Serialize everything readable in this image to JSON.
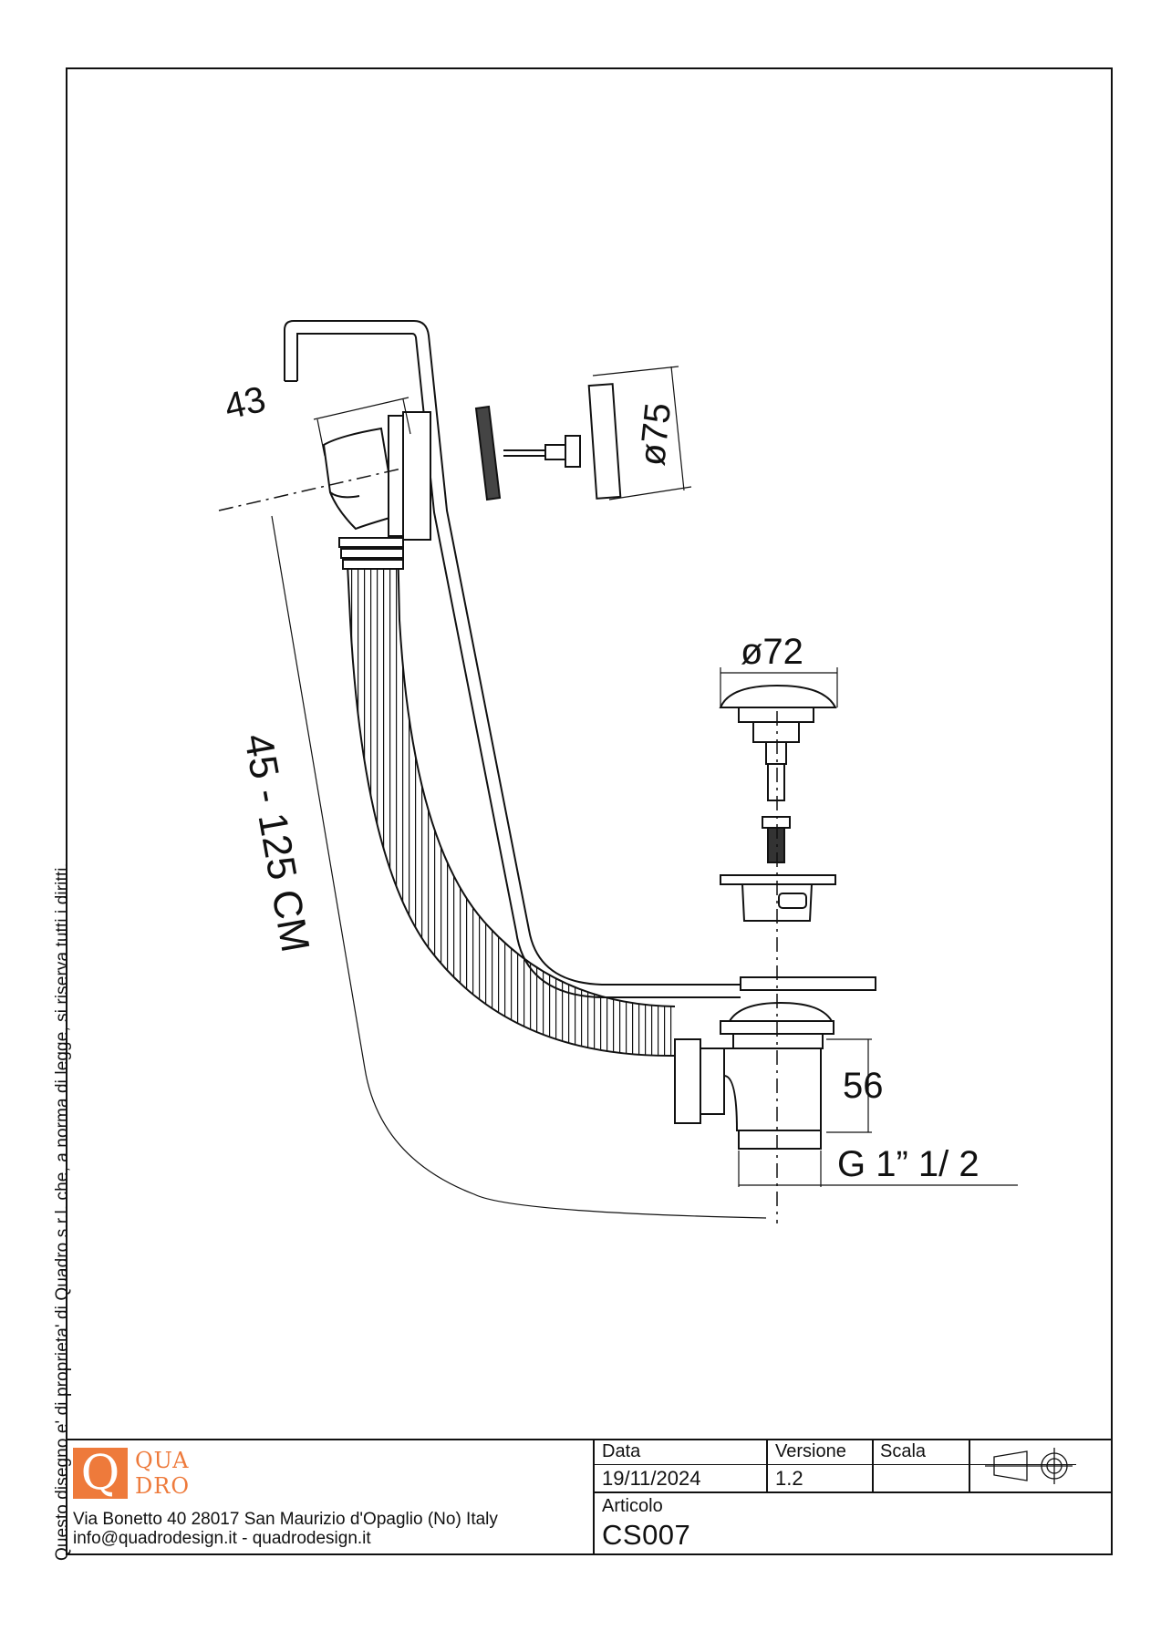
{
  "copyright": "Questo disegno e' di proprieta' di Quadro s.r.l. che, a norma di legge, si riserva tutti i diritti.",
  "dimensions": {
    "d43": "43",
    "d75": "ø75",
    "d72": "ø72",
    "length": "45 - 125 CM",
    "d56": "56",
    "thread": "G 1” 1/ 2"
  },
  "title_block": {
    "logo_letter": "Q",
    "logo_line1": "QUA",
    "logo_line2": "DRO",
    "address": "Via Bonetto 40  28017 San Maurizio d'Opaglio (No) Italy",
    "contact": "info@quadrodesign.it  -  quadrodesign.it",
    "data_label": "Data",
    "data_value": "19/11/2024",
    "versione_label": "Versione",
    "versione_value": "1.2",
    "scala_label": "Scala",
    "articolo_label": "Articolo",
    "articolo_value": "CS007"
  },
  "colors": {
    "logo": "#ee7a3b",
    "ink": "#111111"
  }
}
